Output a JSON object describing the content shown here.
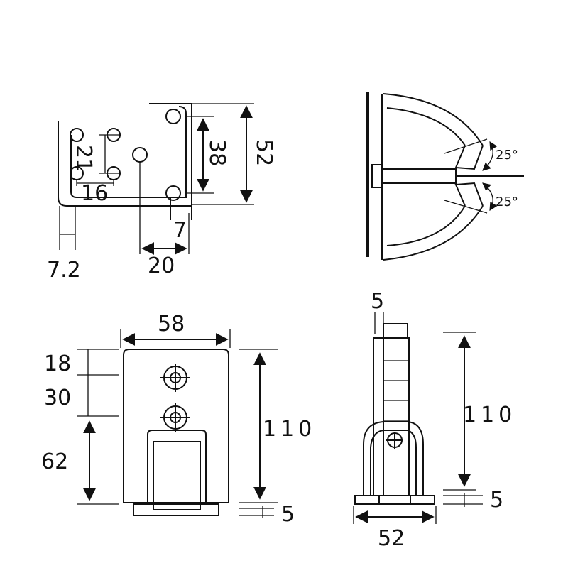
{
  "dimensions": {
    "top_left_view": {
      "hole_pitch_vertical": "21",
      "hole_pitch_horizontal": "16",
      "hole_spacing": "38",
      "overall_height": "52",
      "offset_small": "7",
      "thickness": "7.2",
      "hole_offset": "20"
    },
    "side_view": {
      "angle_upper": "25°",
      "angle_lower": "25°"
    },
    "front_view": {
      "width": "58",
      "top_offset": "18",
      "hole_pitch": "30",
      "slot_height": "62",
      "height": "110",
      "base_thickness": "5"
    },
    "profile_view": {
      "top_tab": "5",
      "height": "110",
      "base_thickness": "5",
      "base_width": "52"
    }
  }
}
